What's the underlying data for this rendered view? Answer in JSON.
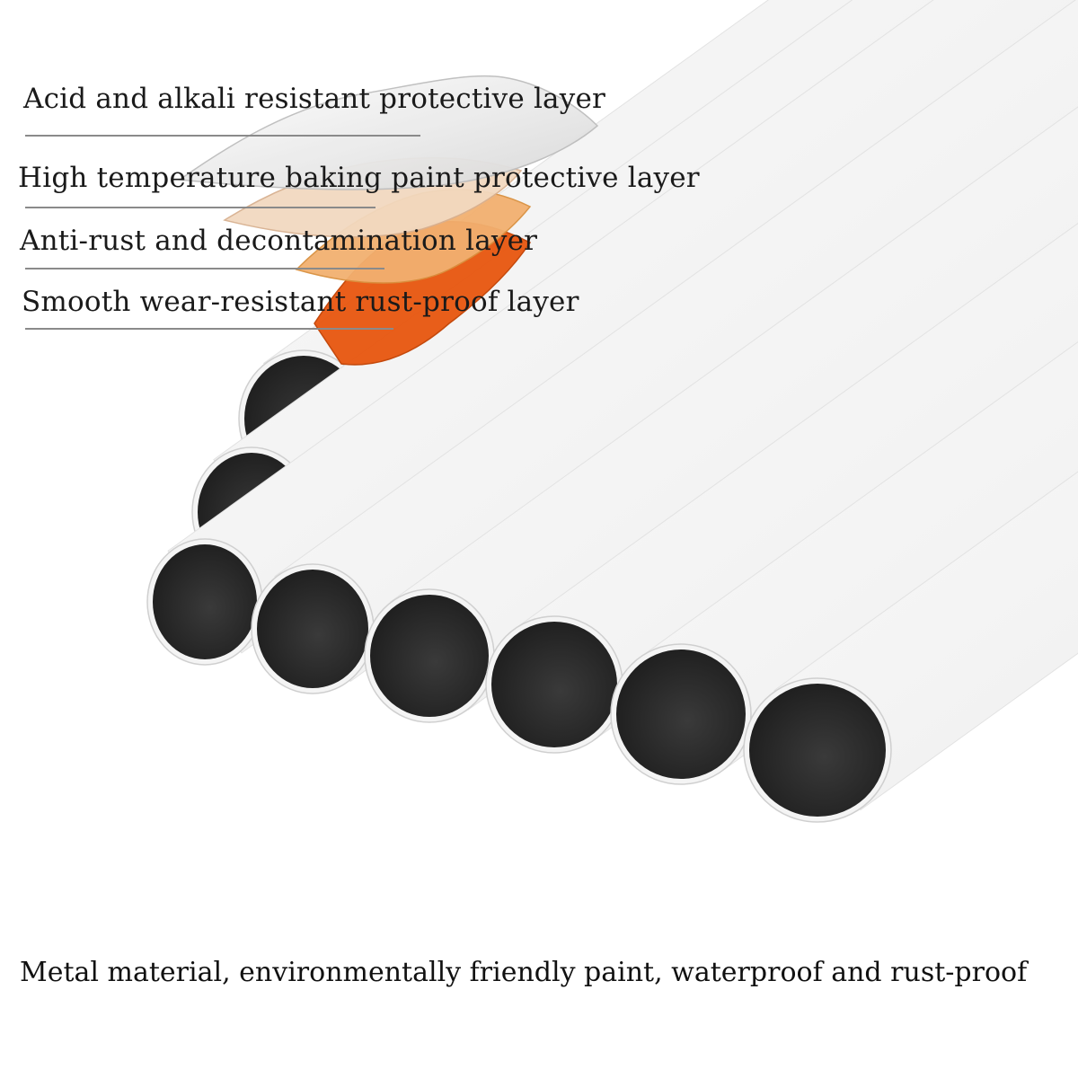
{
  "layers": [
    {
      "label": "Acid and alkali resistant protective layer",
      "color": "#efefef"
    },
    {
      "label": "High temperature baking paint protective layer",
      "color": "#f2d9c0"
    },
    {
      "label": "Anti-rust and decontamination layer",
      "color": "#f2b070"
    },
    {
      "label": "Smooth wear-resistant rust-proof layer",
      "color": "#e8560f"
    }
  ],
  "caption": "Metal material, environmentally friendly paint, waterproof and rust-proof",
  "colors": {
    "tube_body": "#f4f4f4",
    "tube_interior": "#2b2b2b",
    "background": "#ffffff"
  }
}
